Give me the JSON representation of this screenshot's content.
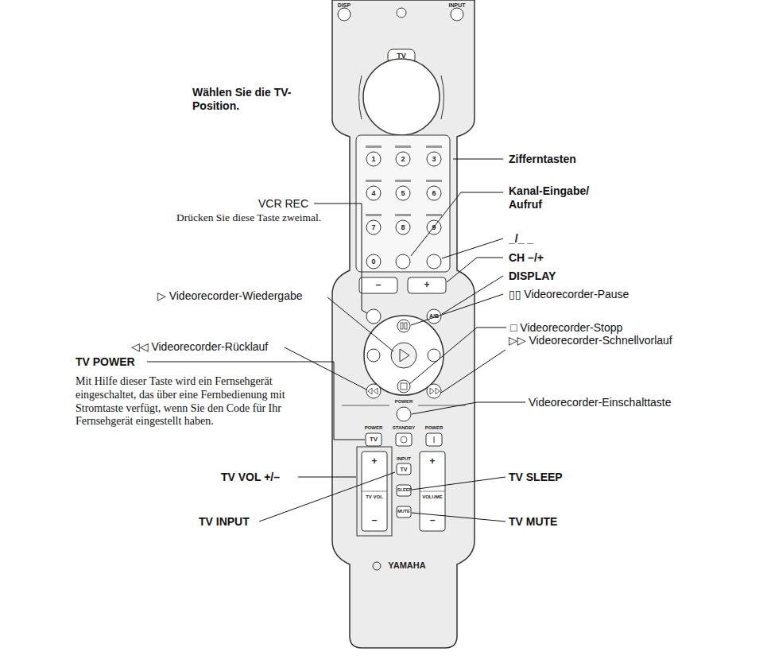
{
  "diagram": {
    "labels": [
      "Wählen Sie die TV-Position.",
      "Zifferntasten",
      "Kanal-Eingabe/ Aufruf",
      "VCR REC",
      "Drücken Sie diese Taste zweimal.",
      "_/_ _",
      "CH –/+",
      "DISPLAY",
      "▷ Videorecorder-Wiedergabe",
      "▯▯ Videorecorder-Pause",
      "□ Videorecorder-Stopp",
      "◁◁ Videorecorder-Rücklauf",
      "TV POWER",
      "Mit Hilfe dieser Taste wird ein Fernsehgerät eingeschaltet, das über eine Fernbedienung mit Stromtaste verfügt, wenn Sie den Code für Ihr Fernsehgerät eingestellt haben.",
      "▷▷ Videorecorder-Schnellvorlauf",
      "Videorecorder-Einschalttaste",
      "TV VOL +/–",
      "TV SLEEP",
      "TV MUTE",
      "TV INPUT",
      "DISP",
      "INPUT",
      "TV",
      "1",
      "2",
      "3",
      "4",
      "5",
      "6",
      "7",
      "8",
      "9",
      "0",
      "–",
      "+",
      "POWER",
      "TV",
      "STANDBY",
      "POWER",
      "TV VOL",
      "+",
      "–",
      "VOLUME",
      "+",
      "–",
      "INPUT",
      "TV",
      "SLEEP",
      "MUTE",
      "YAMAHA",
      "A/B",
      "POWER"
    ]
  }
}
